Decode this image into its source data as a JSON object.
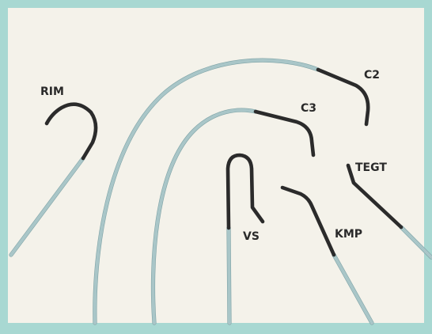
{
  "diagram": {
    "catheters": [
      {
        "id": "rim",
        "label": "RIM"
      },
      {
        "id": "c2",
        "label": "C2"
      },
      {
        "id": "c3",
        "label": "C3"
      },
      {
        "id": "vs",
        "label": "VS"
      },
      {
        "id": "kmp",
        "label": "KMP"
      },
      {
        "id": "tegt",
        "label": "TEGT"
      }
    ]
  },
  "colors": {
    "frame": "#a8d8d2",
    "background": "#f4f2ea",
    "shaft": "#a9c6c8",
    "tip": "#2b2b2b",
    "label": "#2a2a2a"
  }
}
